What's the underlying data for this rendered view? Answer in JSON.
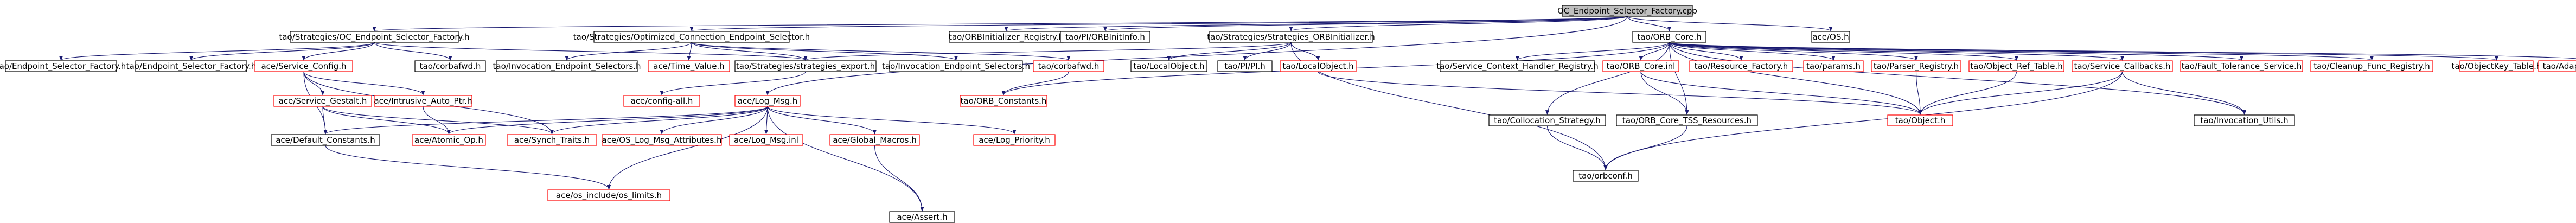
{
  "colors": {
    "edge": "#191970",
    "node_border": "#000000",
    "missing_border": "#ff0000",
    "root_fill": "#bfbfbf",
    "node_fill": "#ffffff"
  },
  "nodes": [
    {
      "id": "root",
      "label": "OC_Endpoint_Selector_Factory.cpp",
      "kind": "root"
    },
    {
      "id": "ocesf_h",
      "label": "tao/Strategies/OC_Endpoint_Selector_Factory.h",
      "kind": "normal"
    },
    {
      "id": "ocfactory",
      "label": "tao/Strategies/Optimized_Connection_Endpoint_Selector.h",
      "kind": "normal"
    },
    {
      "id": "orbinit_reg",
      "label": "tao/ORBInitializer_Registry.h",
      "kind": "normal"
    },
    {
      "id": "pi_orbinit",
      "label": "tao/PI/ORBInitInfo.h",
      "kind": "normal"
    },
    {
      "id": "strat_orbinit",
      "label": "tao/Strategies/Strategies_ORBInitializer.h",
      "kind": "normal"
    },
    {
      "id": "orb_core",
      "label": "tao/ORB_Core.h",
      "kind": "normal"
    },
    {
      "id": "os_h",
      "label": "ace/OS.h",
      "kind": "normal"
    },
    {
      "id": "ep_sel_fac",
      "label": "tao/Endpoint_Selector_Factory.h",
      "kind": "normal"
    },
    {
      "id": "ep_sel_fac2",
      "label": "tao/Endpoint_Selector_Factory.h",
      "kind": "normal"
    },
    {
      "id": "svc_config",
      "label": "ace/Service_Config.h",
      "kind": "missing"
    },
    {
      "id": "corbafwd",
      "label": "tao/corbafwd.h",
      "kind": "normal"
    },
    {
      "id": "inv_ep_sel",
      "label": "tao/Invocation_Endpoint_Selectors.h",
      "kind": "normal"
    },
    {
      "id": "time_value",
      "label": "ace/Time_Value.h",
      "kind": "missing"
    },
    {
      "id": "strat_export",
      "label": "tao/Strategies/strategies_export.h",
      "kind": "normal"
    },
    {
      "id": "inv_ep_sel2",
      "label": "tao/Invocation_Endpoint_Selectors.h",
      "kind": "normal"
    },
    {
      "id": "tao_corbafwd",
      "label": "tao/corbafwd.h",
      "kind": "missing"
    },
    {
      "id": "local_object",
      "label": "tao/LocalObject.h",
      "kind": "normal"
    },
    {
      "id": "pi_h",
      "label": "tao/PI/PI.h",
      "kind": "normal"
    },
    {
      "id": "tao_local_object",
      "label": "tao/LocalObject.h",
      "kind": "missing"
    },
    {
      "id": "svc_ctx_handler",
      "label": "tao/Service_Context_Handler_Registry.h",
      "kind": "normal"
    },
    {
      "id": "orb_core_inl",
      "label": "tao/ORB_Core.inl",
      "kind": "missing"
    },
    {
      "id": "resource_factory",
      "label": "tao/Resource_Factory.h",
      "kind": "missing"
    },
    {
      "id": "params",
      "label": "tao/params.h",
      "kind": "missing"
    },
    {
      "id": "parser_registry",
      "label": "tao/Parser_Registry.h",
      "kind": "missing"
    },
    {
      "id": "obj_ref_table",
      "label": "tao/Object_Ref_Table.h",
      "kind": "missing"
    },
    {
      "id": "svc_callbacks",
      "label": "tao/Service_Callbacks.h",
      "kind": "missing"
    },
    {
      "id": "fault_tol",
      "label": "tao/Fault_Tolerance_Service.h",
      "kind": "missing"
    },
    {
      "id": "cleanup_func",
      "label": "tao/Cleanup_Func_Registry.h",
      "kind": "missing"
    },
    {
      "id": "objkey_table",
      "label": "tao/ObjectKey_Table.h",
      "kind": "missing"
    },
    {
      "id": "adapter_reg",
      "label": "tao/Adapter_Registry.h",
      "kind": "missing"
    },
    {
      "id": "svc_gestalt",
      "label": "ace/Service_Gestalt.h",
      "kind": "missing"
    },
    {
      "id": "intrusive_ptr",
      "label": "ace/Intrusive_Auto_Ptr.h",
      "kind": "missing"
    },
    {
      "id": "config_all",
      "label": "ace/config-all.h",
      "kind": "missing"
    },
    {
      "id": "log_msg",
      "label": "ace/Log_Msg.h",
      "kind": "missing"
    },
    {
      "id": "orb_constants",
      "label": "tao/ORB_Constants.h",
      "kind": "missing"
    },
    {
      "id": "collocation_strat",
      "label": "tao/Collocation_Strategy.h",
      "kind": "normal"
    },
    {
      "id": "orb_core_tss",
      "label": "tao/ORB_Core_TSS_Resources.h",
      "kind": "normal"
    },
    {
      "id": "tao_object",
      "label": "tao/Object.h",
      "kind": "missing"
    },
    {
      "id": "invocation_utils",
      "label": "tao/Invocation_Utils.h",
      "kind": "normal"
    },
    {
      "id": "default_constants",
      "label": "ace/Default_Constants.h",
      "kind": "normal"
    },
    {
      "id": "atomic_op",
      "label": "ace/Atomic_Op.h",
      "kind": "missing"
    },
    {
      "id": "synch_traits",
      "label": "ace/Synch_Traits.h",
      "kind": "missing"
    },
    {
      "id": "os_log_msg_attr",
      "label": "ace/OS_Log_Msg_Attributes.h",
      "kind": "missing"
    },
    {
      "id": "log_msg_inl",
      "label": "ace/Log_Msg.inl",
      "kind": "missing"
    },
    {
      "id": "global_macros",
      "label": "ace/Global_Macros.h",
      "kind": "missing"
    },
    {
      "id": "log_priority",
      "label": "ace/Log_Priority.h",
      "kind": "missing"
    },
    {
      "id": "orbconf",
      "label": "tao/orbconf.h",
      "kind": "normal"
    },
    {
      "id": "os_limits",
      "label": "ace/os_include/os_limits.h",
      "kind": "missing"
    },
    {
      "id": "assert_h",
      "label": "ace/Assert.h",
      "kind": "normal"
    }
  ],
  "edges": [
    [
      "root",
      "ocesf_h"
    ],
    [
      "root",
      "ocfactory"
    ],
    [
      "root",
      "orbinit_reg"
    ],
    [
      "root",
      "pi_orbinit"
    ],
    [
      "root",
      "strat_orbinit"
    ],
    [
      "root",
      "orb_core"
    ],
    [
      "root",
      "os_h"
    ],
    [
      "root",
      "log_msg"
    ],
    [
      "ocesf_h",
      "ep_sel_fac"
    ],
    [
      "ocesf_h",
      "ep_sel_fac2"
    ],
    [
      "ocesf_h",
      "svc_config"
    ],
    [
      "ocesf_h",
      "corbafwd"
    ],
    [
      "ocesf_h",
      "strat_export"
    ],
    [
      "ocfactory",
      "inv_ep_sel"
    ],
    [
      "ocfactory",
      "time_value"
    ],
    [
      "ocfactory",
      "strat_export"
    ],
    [
      "ocfactory",
      "inv_ep_sel2"
    ],
    [
      "ocfactory",
      "tao_corbafwd"
    ],
    [
      "strat_orbinit",
      "local_object"
    ],
    [
      "strat_orbinit",
      "pi_h"
    ],
    [
      "strat_orbinit",
      "tao_local_object"
    ],
    [
      "strat_orbinit",
      "strat_export"
    ],
    [
      "strat_orbinit",
      "orbconf"
    ],
    [
      "orb_core",
      "svc_ctx_handler"
    ],
    [
      "orb_core",
      "orb_core_inl"
    ],
    [
      "orb_core",
      "resource_factory"
    ],
    [
      "orb_core",
      "params"
    ],
    [
      "orb_core",
      "parser_registry"
    ],
    [
      "orb_core",
      "obj_ref_table"
    ],
    [
      "orb_core",
      "svc_callbacks"
    ],
    [
      "orb_core",
      "fault_tol"
    ],
    [
      "orb_core",
      "cleanup_func"
    ],
    [
      "orb_core",
      "objkey_table"
    ],
    [
      "orb_core",
      "adapter_reg"
    ],
    [
      "orb_core",
      "collocation_strat"
    ],
    [
      "orb_core",
      "orb_core_tss"
    ],
    [
      "orb_core",
      "tao_object"
    ],
    [
      "orb_core",
      "invocation_utils"
    ],
    [
      "orb_core",
      "orb_constants"
    ],
    [
      "svc_config",
      "svc_gestalt"
    ],
    [
      "svc_config",
      "intrusive_ptr"
    ],
    [
      "svc_config",
      "synch_traits"
    ],
    [
      "svc_config",
      "default_constants"
    ],
    [
      "svc_gestalt",
      "atomic_op"
    ],
    [
      "svc_gestalt",
      "default_constants"
    ],
    [
      "svc_gestalt",
      "synch_traits"
    ],
    [
      "intrusive_ptr",
      "atomic_op"
    ],
    [
      "strat_export",
      "config_all"
    ],
    [
      "tao_corbafwd",
      "orb_constants"
    ],
    [
      "log_msg",
      "default_constants"
    ],
    [
      "log_msg",
      "atomic_op"
    ],
    [
      "log_msg",
      "synch_traits"
    ],
    [
      "log_msg",
      "os_log_msg_attr"
    ],
    [
      "log_msg",
      "log_msg_inl"
    ],
    [
      "log_msg",
      "global_macros"
    ],
    [
      "log_msg",
      "log_priority"
    ],
    [
      "log_msg",
      "os_limits"
    ],
    [
      "log_msg",
      "assert_h"
    ],
    [
      "default_constants",
      "os_limits"
    ],
    [
      "global_macros",
      "assert_h"
    ],
    [
      "collocation_strat",
      "orbconf"
    ],
    [
      "orb_core_tss",
      "orbconf"
    ],
    [
      "obj_ref_table",
      "tao_object"
    ],
    [
      "parser_registry",
      "tao_object"
    ],
    [
      "svc_callbacks",
      "tao_object"
    ],
    [
      "svc_callbacks",
      "invocation_utils"
    ],
    [
      "orb_core_inl",
      "orb_core_tss"
    ],
    [
      "orb_core_inl",
      "tao_object"
    ],
    [
      "svc_callbacks",
      "orbconf"
    ],
    [
      "tao_local_object",
      "tao_object"
    ]
  ]
}
